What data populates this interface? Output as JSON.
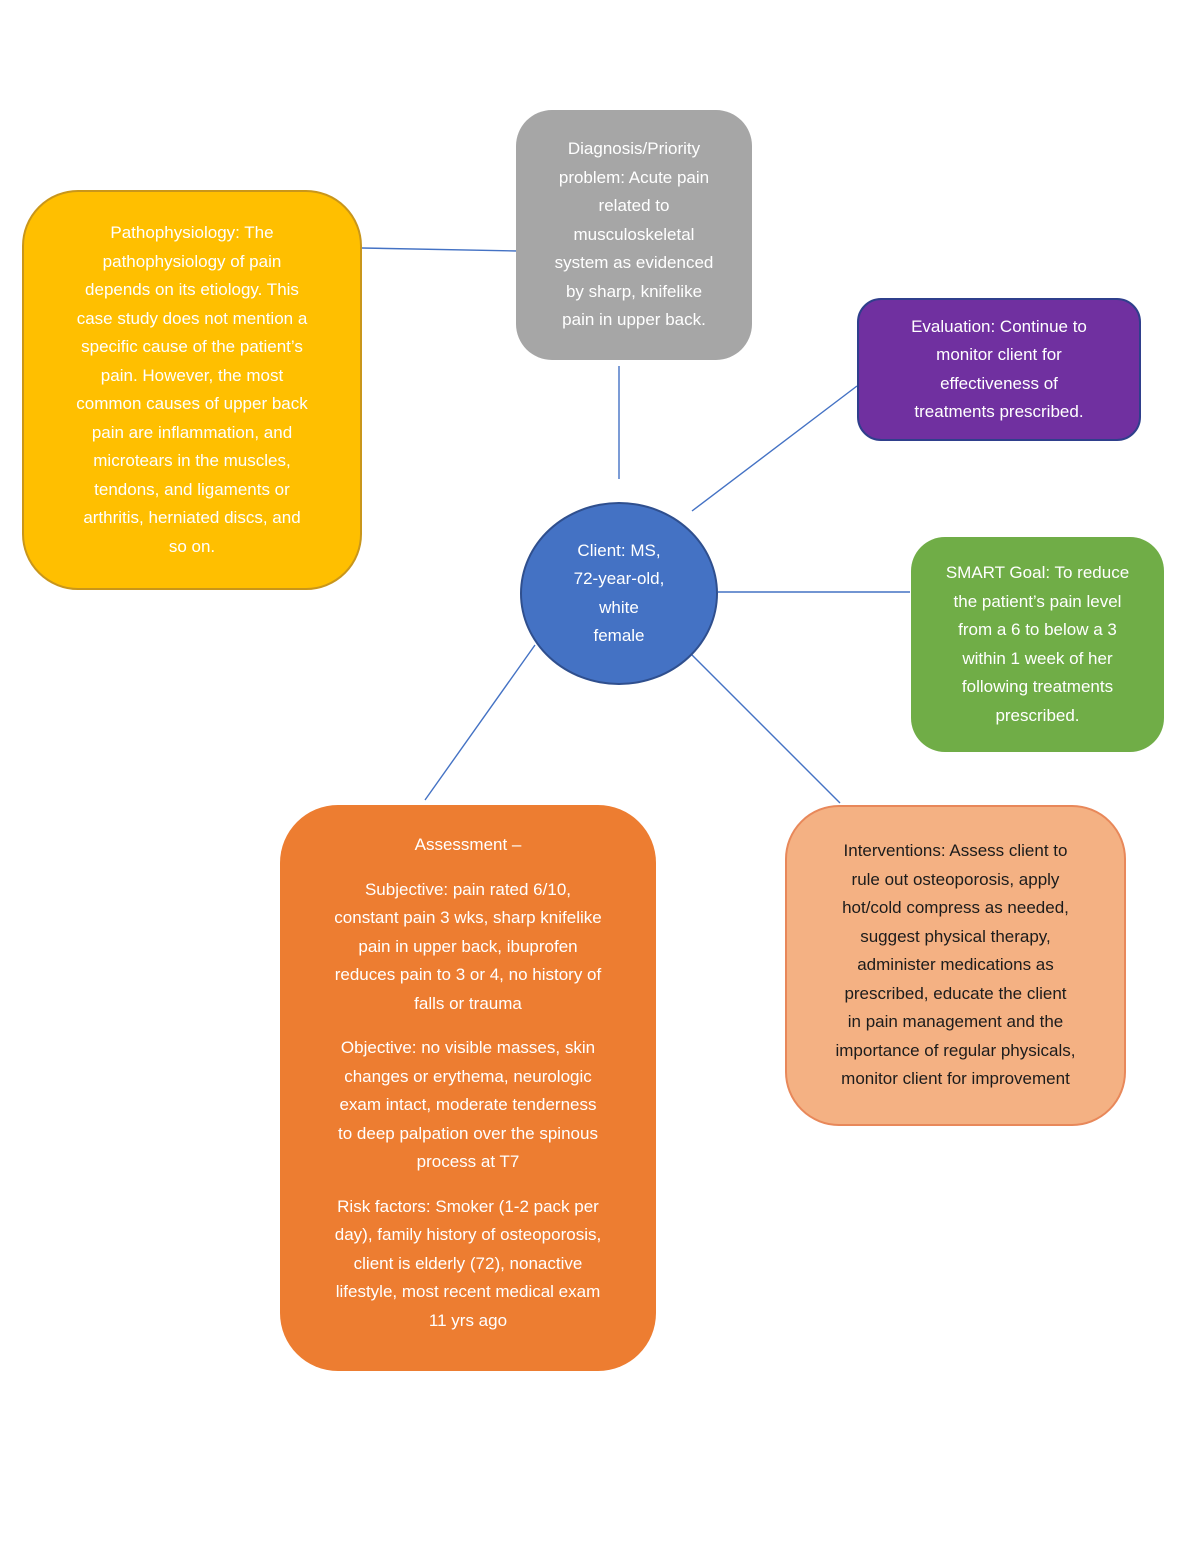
{
  "colors": {
    "pathophysiology": "#ffbf00",
    "diagnosis": "#a6a6a6",
    "evaluation": "#7030a0",
    "client": "#4472c4",
    "smart_goal": "#70ad47",
    "assessment": "#ed7d31",
    "interventions": "#f4b183",
    "connector": "#4472c4"
  },
  "nodes": {
    "pathophysiology": {
      "lines": [
        "Pathophysiology: The",
        "pathophysiology of pain",
        "depends on its etiology.  This",
        "case study does not mention a",
        "specific cause of the patient’s",
        "pain. However, the most",
        "common causes of upper back",
        "pain are inflammation, and",
        "microtears in the muscles,",
        "tendons, and ligaments or",
        "arthritis, herniated discs, and",
        "so on."
      ]
    },
    "diagnosis": {
      "lines": [
        "Diagnosis/Priority",
        "problem: Acute pain",
        "related to",
        "musculoskeletal",
        "system as evidenced",
        "by sharp, knifelike",
        "pain in upper back."
      ]
    },
    "evaluation": {
      "lines": [
        "Evaluation: Continue to",
        "monitor client for",
        "effectiveness of",
        "treatments prescribed."
      ]
    },
    "client": {
      "lines": [
        "Client: MS,",
        "72-year-old,",
        "white",
        "female"
      ]
    },
    "smart_goal": {
      "lines": [
        "SMART Goal: To reduce",
        "the patient’s pain level",
        "from a 6 to below a 3",
        "within 1 week of her",
        "following treatments",
        "prescribed."
      ]
    },
    "assessment": {
      "heading": "Assessment –",
      "subjective": [
        "Subjective: pain rated 6/10,",
        "constant pain 3 wks, sharp knifelike",
        "pain in upper back, ibuprofen",
        "reduces pain to 3 or 4, no history of",
        "falls or trauma"
      ],
      "objective": [
        "Objective: no visible masses, skin",
        "changes or erythema, neurologic",
        "exam intact, moderate tenderness",
        "to deep palpation over the spinous",
        "process at T7"
      ],
      "risk_factors": [
        "Risk factors: Smoker (1-2 pack per",
        "day), family history of osteoporosis,",
        "client is elderly (72), nonactive",
        "lifestyle, most recent medical exam",
        "11 yrs ago"
      ]
    },
    "interventions": {
      "lines": [
        "Interventions: Assess client to",
        "rule out osteoporosis, apply",
        "hot/cold compress as needed,",
        "suggest physical therapy,",
        "administer medications as",
        "prescribed, educate the client",
        "in pain management and the",
        "importance of regular physicals,",
        "monitor client for improvement"
      ]
    }
  }
}
